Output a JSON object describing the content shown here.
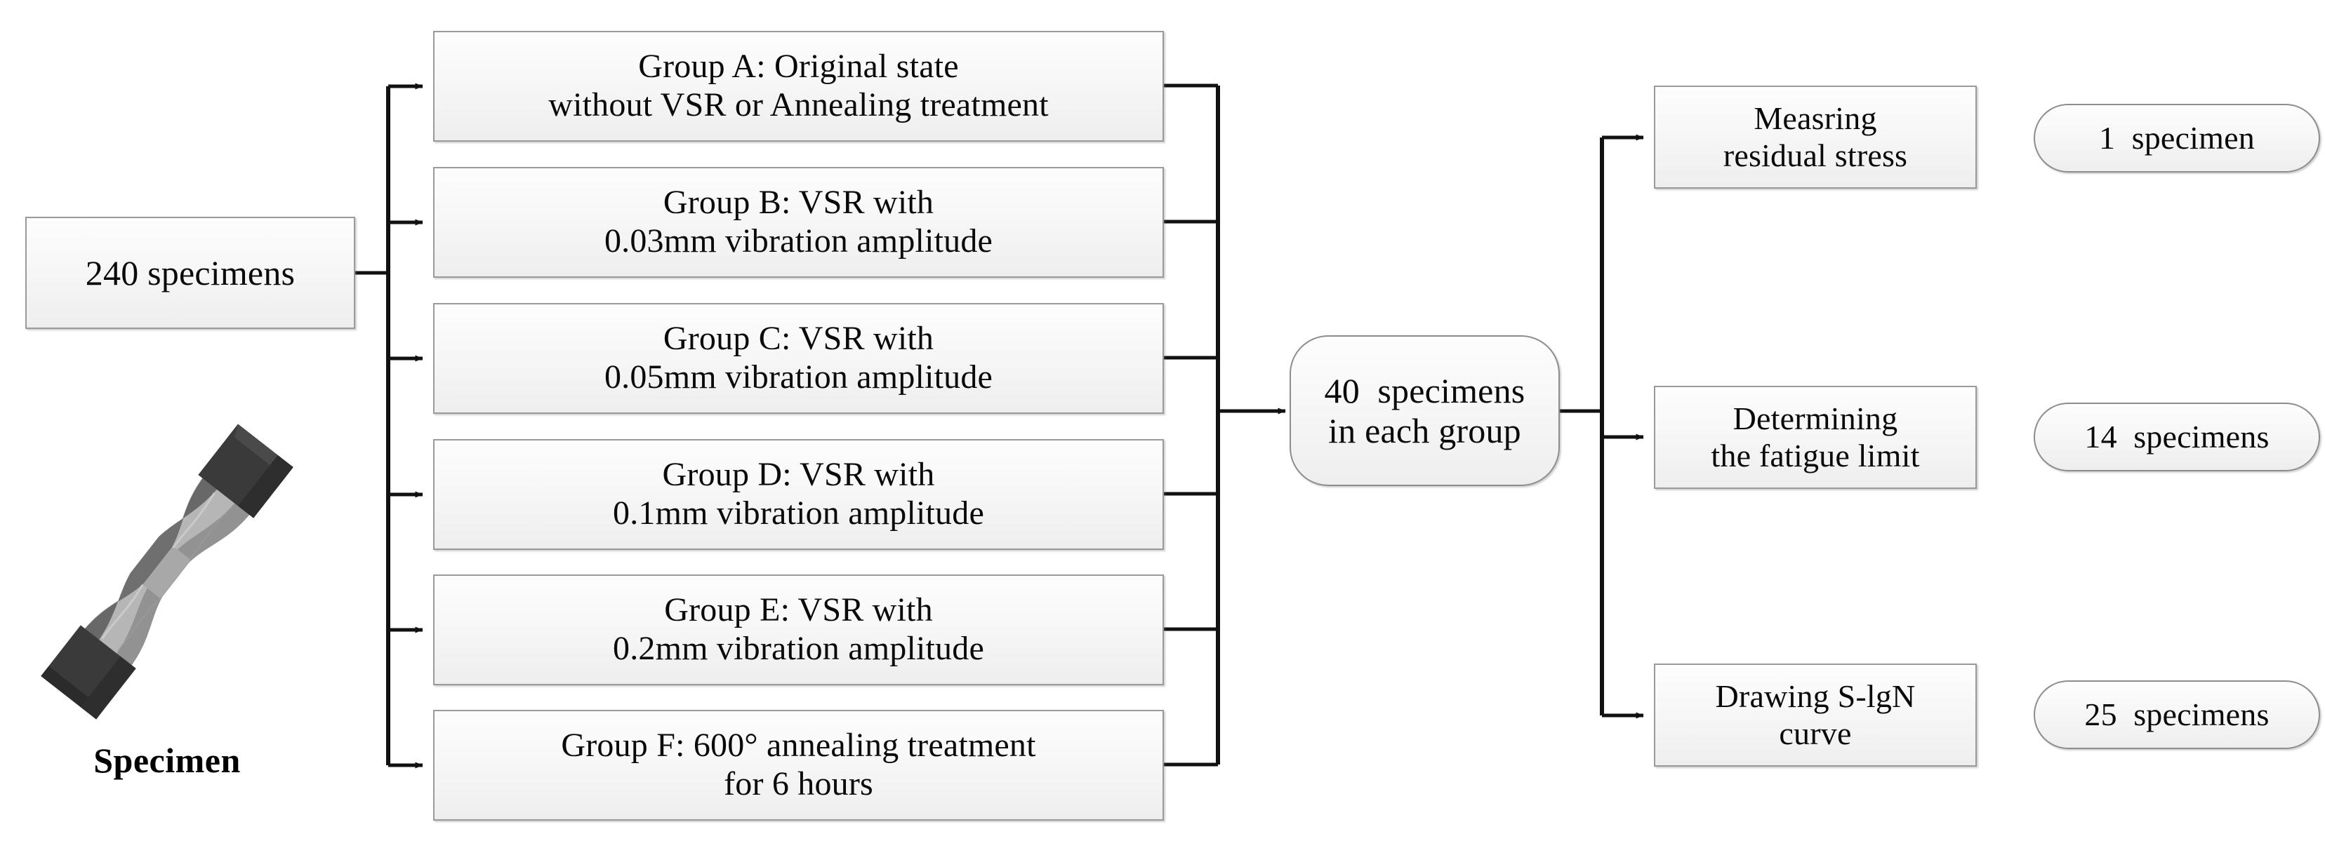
{
  "diagram": {
    "title": "Specimen grouping and testing allocation flowchart",
    "colors": {
      "box_fill_top": "#fdfdfd",
      "box_fill_bottom": "#eeeeee",
      "box_border": "#9a9a9a",
      "connector": "#111111",
      "text": "#0a0a0a",
      "specimen_dark": "#3a3a3a",
      "specimen_mid": "#6e6e6e",
      "specimen_light": "#b4b4b4"
    }
  },
  "source": {
    "label": "240 specimens"
  },
  "specimen": {
    "caption": "Specimen",
    "icon_name": "dogbone-tensile-specimen"
  },
  "groups": [
    {
      "id": "A",
      "line1": "Group A: Original state",
      "line2": "without VSR or Annealing treatment"
    },
    {
      "id": "B",
      "line1": "Group B: VSR with",
      "line2": "0.03mm vibration amplitude"
    },
    {
      "id": "C",
      "line1": "Group C: VSR with",
      "line2": "0.05mm vibration amplitude"
    },
    {
      "id": "D",
      "line1": "Group D: VSR with",
      "line2": "0.1mm vibration amplitude"
    },
    {
      "id": "E",
      "line1": "Group E: VSR with",
      "line2": "0.2mm vibration amplitude"
    },
    {
      "id": "F",
      "line1": "Group F: 600° annealing treatment",
      "line2": "for 6 hours"
    }
  ],
  "batch": {
    "line1": "40  specimens",
    "line2": "in each group"
  },
  "tasks": [
    {
      "line1": "Measring",
      "line2": "residual stress",
      "count": "1  specimen"
    },
    {
      "line1": "Determining",
      "line2": "the fatigue limit",
      "count": "14  specimens"
    },
    {
      "line1": "Drawing S-lgN",
      "line2": "curve",
      "count": "25  specimens"
    }
  ]
}
